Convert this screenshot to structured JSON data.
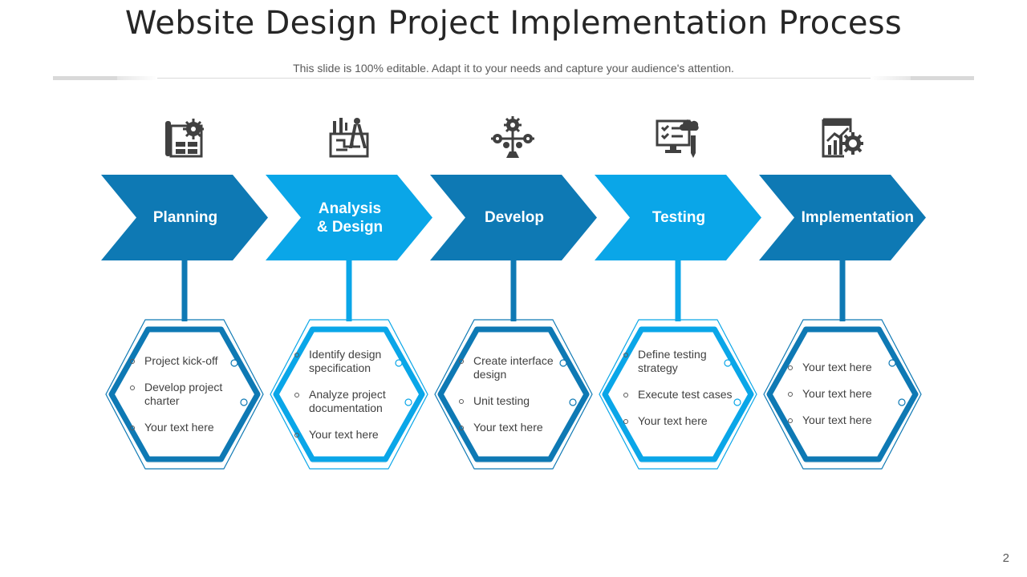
{
  "title": "Website Design Project Implementation Process",
  "subtitle": "This slide is 100% editable. Adapt it to your needs and capture your audience's attention.",
  "page_number": "2",
  "colors": {
    "dark_blue": "#0e79b4",
    "light_blue": "#0aa6e8",
    "icon": "#404040",
    "text": "#404040"
  },
  "stages": [
    {
      "label": "Planning",
      "icon": "blueprint-gear-icon",
      "color": "#0e79b4",
      "items": [
        "Project kick-off",
        "Develop project charter",
        "Your text here"
      ]
    },
    {
      "label": "Analysis\n& Design",
      "icon": "drafting-tools-icon",
      "color": "#0aa6e8",
      "items": [
        "Identify design specification",
        "Analyze project documentation",
        "Your text here"
      ]
    },
    {
      "label": "Develop",
      "icon": "gear-network-icon",
      "color": "#0e79b4",
      "items": [
        "Create interface design",
        "Unit testing",
        "Your text here"
      ]
    },
    {
      "label": "Testing",
      "icon": "monitor-checklist-cloud-icon",
      "color": "#0aa6e8",
      "items": [
        "Define testing strategy",
        "Execute test cases",
        "Your text here"
      ]
    },
    {
      "label": "Implementation",
      "icon": "report-chart-gear-icon",
      "color": "#0e79b4",
      "items": [
        "Your text here",
        "Your text here",
        "Your text here"
      ]
    }
  ]
}
